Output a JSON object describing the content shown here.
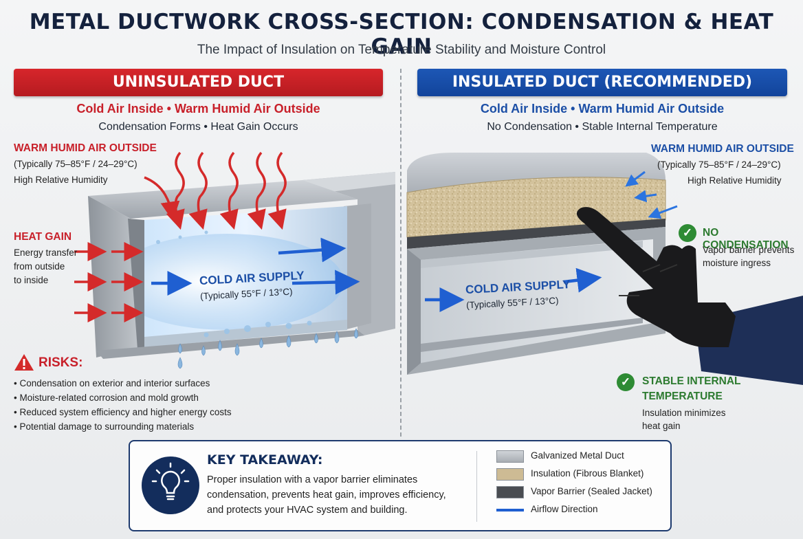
{
  "header": {
    "title": "METAL DUCTWORK CROSS-SECTION: CONDENSATION & HEAT GAIN",
    "subtitle": "The Impact of Insulation on Temperature Stability and Moisture Control"
  },
  "left_panel": {
    "banner": "UNINSULATED DUCT",
    "conditions": "Cold Air Inside • Warm Humid Air Outside",
    "effects": "Condensation Forms • Heat Gain Occurs",
    "outside_air": {
      "heading": "WARM HUMID AIR OUTSIDE",
      "line1": "(Typically 75–85°F / 24–29°C)",
      "line2": "High Relative Humidity"
    },
    "heat_gain": {
      "heading": "HEAT GAIN",
      "line1": "Energy transfer",
      "line2": "from outside",
      "line3": "to inside"
    },
    "supply": {
      "label": "COLD AIR SUPPLY",
      "temp": "(Typically 55°F / 13°C)"
    },
    "risks": {
      "heading": "RISKS:",
      "items": [
        "Condensation on exterior and interior surfaces",
        "Moisture-related corrosion and mold growth",
        "Reduced system efficiency and higher energy costs",
        "Potential damage to surrounding materials"
      ]
    }
  },
  "right_panel": {
    "banner": "INSULATED DUCT (RECOMMENDED)",
    "conditions": "Cold Air Inside • Warm Humid Air Outside",
    "effects": "No Condensation • Stable Internal Temperature",
    "outside_air": {
      "heading": "WARM HUMID AIR OUTSIDE",
      "line1": "(Typically 75–85°F / 24–29°C)",
      "line2": "High Relative Humidity"
    },
    "supply": {
      "label": "COLD AIR SUPPLY",
      "temp": "(Typically 55°F / 13°C)"
    },
    "no_condensation": {
      "heading": "NO CONDENSATION",
      "line1": "Vapor barrier prevents",
      "line2": "moisture ingress"
    },
    "stable_temp": {
      "heading1": "STABLE INTERNAL",
      "heading2": "TEMPERATURE",
      "line1": "Insulation minimizes",
      "line2": "heat gain"
    }
  },
  "takeaway": {
    "heading": "KEY TAKEAWAY:",
    "lines": [
      "Proper insulation with a vapor barrier eliminates",
      "condensation, prevents heat gain, improves efficiency,",
      "and protects your HVAC system and building."
    ]
  },
  "legend": [
    {
      "label": "Galvanized Metal Duct",
      "color": "#b9bec4"
    },
    {
      "label": "Insulation (Fibrous Blanket)",
      "color": "#cdbb94"
    },
    {
      "label": "Vapor Barrier (Sealed Jacket)",
      "color": "#4a4d52"
    },
    {
      "label": "Airflow Direction",
      "color": "#1f5fd1"
    }
  ],
  "colors": {
    "warning_red": "#c8202a",
    "recommended_blue": "#1c4fa6",
    "success_green": "#2e8b34",
    "navy": "#132d5c"
  },
  "icons": {
    "warning": "warning-triangle-icon",
    "check": "check-circle-icon",
    "lightbulb": "lightbulb-icon",
    "glove": "gloved-hand-icon"
  }
}
